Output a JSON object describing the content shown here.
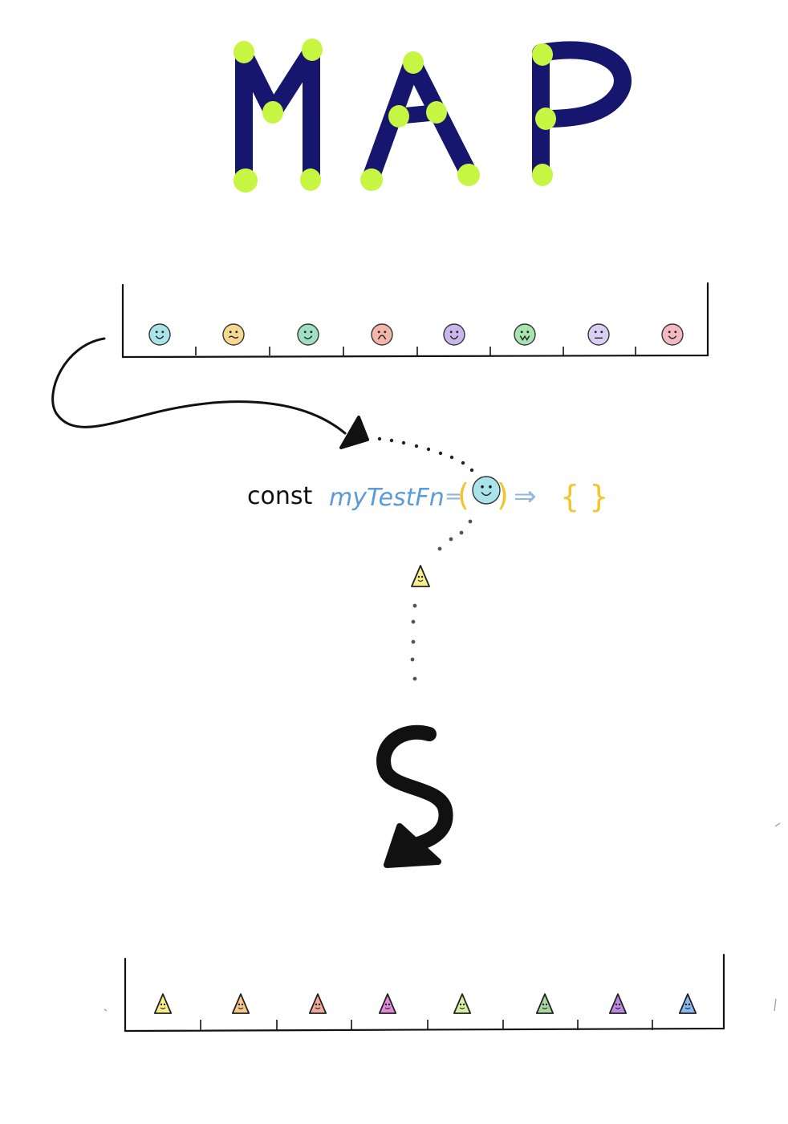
{
  "title": {
    "letters": [
      "M",
      "A",
      "P"
    ],
    "letter_color": "#16166e",
    "dot_color": "#c6f542"
  },
  "code": {
    "keyword": "const",
    "fn_name": "myTestFn",
    "equals": "=",
    "open_paren": "(",
    "close_paren": ")",
    "arrow": "⇒",
    "braces": "{ }",
    "colors": {
      "keyword": "#111111",
      "fn_name": "#5a9bd8",
      "equals": "#8fb6e0",
      "parens": "#f2c430",
      "arrow": "#8fb6e0",
      "braces": "#f2c430"
    }
  },
  "input_array": {
    "items": [
      {
        "icon": "smiley-face-icon",
        "color": "#a8e4ea"
      },
      {
        "icon": "wavy-mouth-face-icon",
        "color": "#f6d98e"
      },
      {
        "icon": "smirk-face-icon",
        "color": "#9fe0c4"
      },
      {
        "icon": "frown-face-icon",
        "color": "#f3b6a8"
      },
      {
        "icon": "tongue-face-icon",
        "color": "#c9b6ea"
      },
      {
        "icon": "zigzag-mouth-face-icon",
        "color": "#a8e4b0"
      },
      {
        "icon": "neutral-face-icon",
        "color": "#d9cff5"
      },
      {
        "icon": "wink-face-icon",
        "color": "#f3b8c2"
      }
    ]
  },
  "output_array": {
    "items": [
      {
        "icon": "yellow-triangle-face-icon",
        "color": "#f6ee8a"
      },
      {
        "icon": "orange-triangle-face-icon",
        "color": "#f6c98a"
      },
      {
        "icon": "salmon-triangle-face-icon",
        "color": "#f3a89a"
      },
      {
        "icon": "magenta-triangle-face-icon",
        "color": "#e08ad8"
      },
      {
        "icon": "lime-triangle-face-icon",
        "color": "#d8f0a0"
      },
      {
        "icon": "green-triangle-face-icon",
        "color": "#a8d8a0"
      },
      {
        "icon": "purple-triangle-face-icon",
        "color": "#c08ae0"
      },
      {
        "icon": "blue-triangle-face-icon",
        "color": "#8ab8f0"
      }
    ]
  },
  "result_item": {
    "icon": "yellow-triangle-face-icon",
    "color": "#f6ee8a"
  },
  "input_arg": {
    "icon": "smiley-face-icon",
    "color": "#a8e4ea"
  }
}
